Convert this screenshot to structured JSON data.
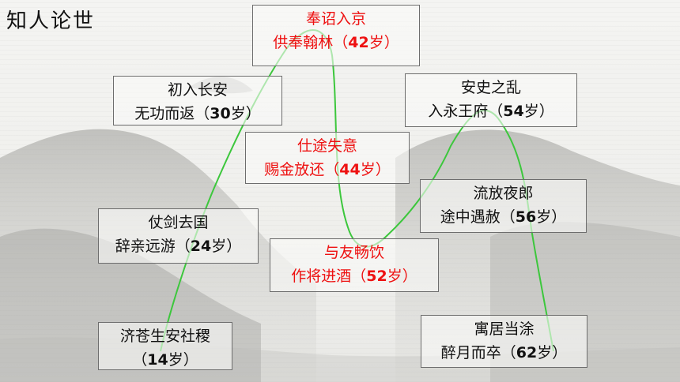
{
  "title": "知人论世",
  "colors": {
    "curve": "#3cc73c",
    "highlight": "#e11111",
    "text": "#111111",
    "border": "#6d6d6d"
  },
  "events": [
    {
      "id": "jicang",
      "line1": "济苍生安社稷",
      "line2_pre": "（",
      "age": "14",
      "line2_post": "岁）",
      "highlight": false
    },
    {
      "id": "zhangjian",
      "line1": "仗剑去国",
      "line2_pre": "辞亲远游（",
      "age": "24",
      "line2_post": "岁）",
      "highlight": false
    },
    {
      "id": "churu",
      "line1": "初入长安",
      "line2_pre": "无功而返（",
      "age": "30",
      "line2_post": "岁）",
      "highlight": false
    },
    {
      "id": "fengzhao",
      "line1": "奉诏入京",
      "line2_pre": "供奉翰林（",
      "age": "42",
      "line2_post": "岁）",
      "highlight": true
    },
    {
      "id": "shitu",
      "line1": "仕途失意",
      "line2_pre": "赐金放还（",
      "age": "44",
      "line2_post": "岁）",
      "highlight": true
    },
    {
      "id": "yuyou",
      "line1": "与友畅饮",
      "line2_pre": "作将进酒（",
      "age": "52",
      "line2_post": "岁）",
      "highlight": true
    },
    {
      "id": "anshi",
      "line1": "安史之乱",
      "line2_pre": "入永王府（",
      "age": "54",
      "line2_post": "岁）",
      "highlight": false
    },
    {
      "id": "liufang",
      "line1": "流放夜郎",
      "line2_pre": "途中遇赦（",
      "age": "56",
      "line2_post": "岁）",
      "highlight": false
    },
    {
      "id": "yuju",
      "line1": "寓居当涂",
      "line2_pre": "醉月而卒（",
      "age": "62",
      "line2_post": "岁）",
      "highlight": false
    }
  ]
}
